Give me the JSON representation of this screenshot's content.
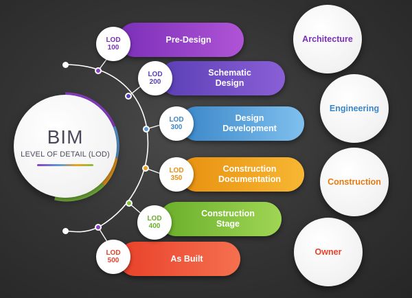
{
  "hub": {
    "title": "BIM",
    "subtitle": "LEVEL OF DETAIL (LOD)"
  },
  "levels": [
    {
      "badge": "LOD\n100",
      "label": "Pre-Design",
      "color_start": "#7a2fb8",
      "color_end": "#b054d6",
      "badge_color": "#7a2fb8"
    },
    {
      "badge": "LOD\n200",
      "label": "Schematic\nDesign",
      "color_start": "#5b3fb5",
      "color_end": "#8a5fd6",
      "badge_color": "#5b3fb5"
    },
    {
      "badge": "LOD\n300",
      "label": "Design\nDevelopment",
      "color_start": "#3a86c8",
      "color_end": "#7fc0ee",
      "badge_color": "#3a86c8"
    },
    {
      "badge": "LOD\n350",
      "label": "Construction\nDocumentation",
      "color_start": "#e89010",
      "color_end": "#f7b733",
      "badge_color": "#e89010"
    },
    {
      "badge": "LOD\n400",
      "label": "Construction\nStage",
      "color_start": "#6aae2a",
      "color_end": "#9fd654",
      "badge_color": "#6aae2a"
    },
    {
      "badge": "LOD\n500",
      "label": "As Built",
      "color_start": "#e8412a",
      "color_end": "#f5704f",
      "badge_color": "#e8412a"
    }
  ],
  "roles": [
    {
      "label": "Architecture",
      "color": "#7a2fb8"
    },
    {
      "label": "Engineering",
      "color": "#3a86c8"
    },
    {
      "label": "Construction",
      "color": "#e87a10"
    },
    {
      "label": "Owner",
      "color": "#e8412a"
    }
  ],
  "colors": {
    "connector": "#ffffff",
    "arc_purple": "#8a3fc6",
    "arc_blue": "#5b9bd5",
    "arc_orange": "#f0a020",
    "arc_green": "#80c040"
  }
}
